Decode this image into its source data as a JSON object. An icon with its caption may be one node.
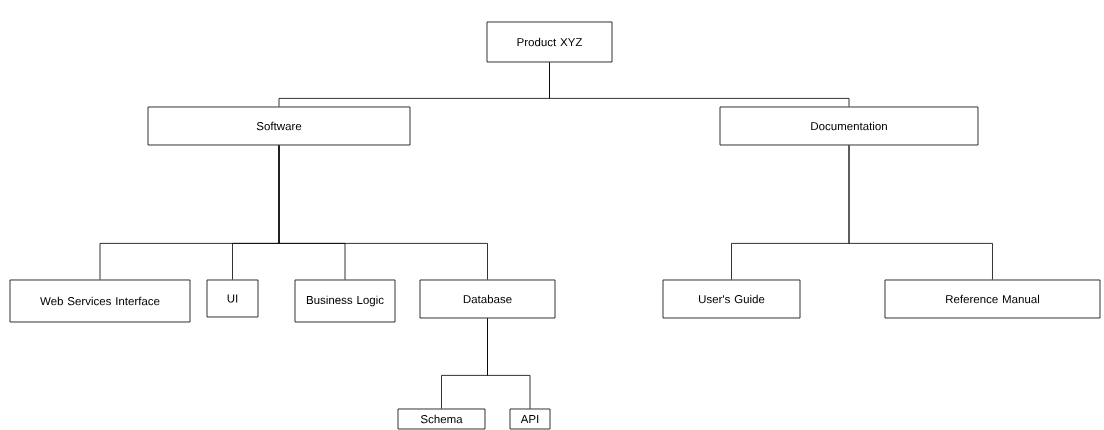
{
  "diagram": {
    "nodes": [
      {
        "text": [
          "Product XYZ"
        ]
      },
      {
        "text": [
          "Software"
        ]
      },
      {
        "text": [
          "Documentation"
        ]
      },
      {
        "text": [
          "Web Services Interface"
        ]
      },
      {
        "text": [
          "UI"
        ]
      },
      {
        "text": [
          "Business Logic"
        ]
      },
      {
        "text": [
          "Database"
        ]
      },
      {
        "text": [
          "User's Guide"
        ]
      },
      {
        "text": [
          "Reference Manual"
        ]
      },
      {
        "text": [
          "Schema"
        ]
      },
      {
        "text": [
          "API"
        ]
      }
    ],
    "edges": [
      {
        "from": 0,
        "to": 1,
        "arrow": "none"
      },
      {
        "from": 0,
        "to": 2,
        "arrow": "none"
      },
      {
        "from": 1,
        "to": 3,
        "arrow": "none"
      },
      {
        "from": 1,
        "to": 4,
        "arrow": "none"
      },
      {
        "from": 1,
        "to": 5,
        "arrow": "none"
      },
      {
        "from": 1,
        "to": 6,
        "arrow": "none"
      },
      {
        "from": 2,
        "to": 7,
        "arrow": "none"
      },
      {
        "from": 2,
        "to": 8,
        "arrow": "none"
      },
      {
        "from": 6,
        "to": 9,
        "arrow": "none"
      },
      {
        "from": 6,
        "to": 10,
        "arrow": "none"
      }
    ]
  }
}
